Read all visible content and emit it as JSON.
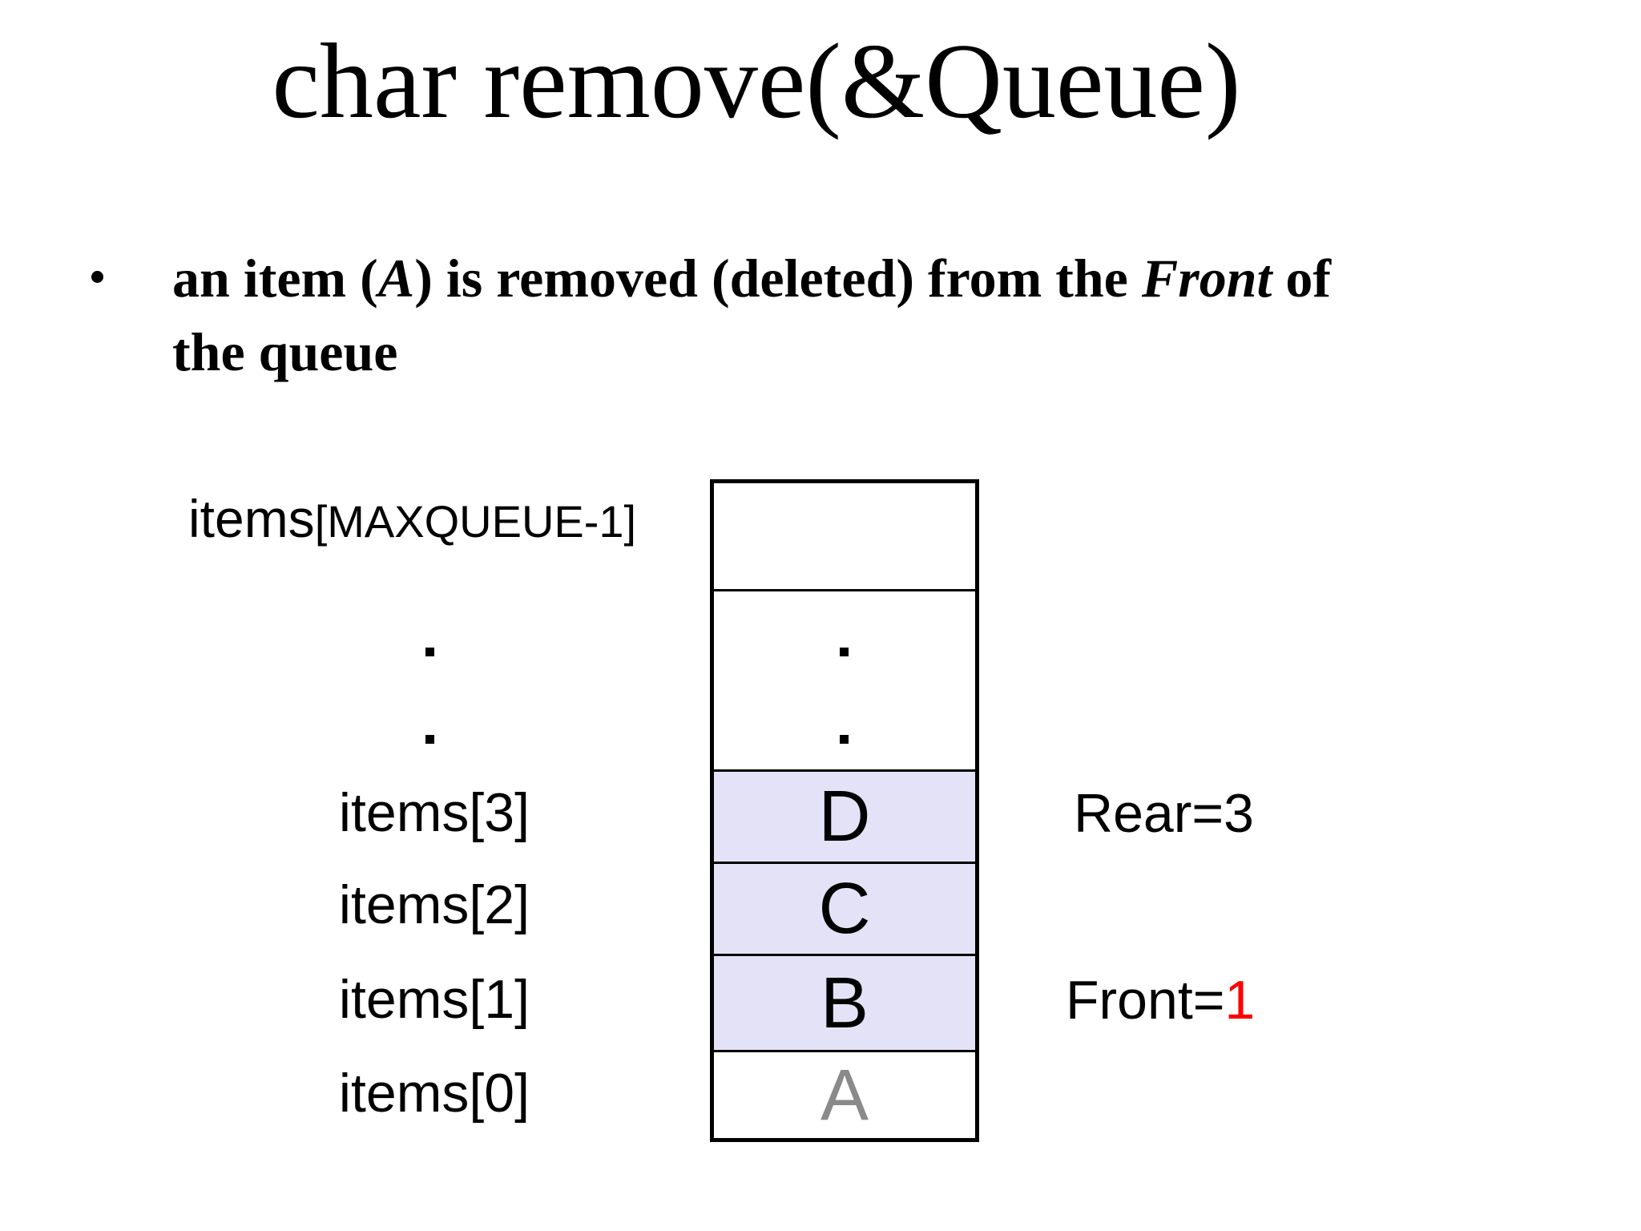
{
  "slide": {
    "title": "char remove(&Queue)",
    "bullet": {
      "line1_pre": "an item (",
      "line1_var": "A",
      "line1_mid": ") is removed (deleted) from the ",
      "line1_front": "Front",
      "line1_post": " of",
      "line2": "the queue"
    },
    "diagram": {
      "array_name": "items",
      "array_max_index": "[MAXQUEUE-1]",
      "row_labels": [
        "items[3]",
        "items[2]",
        "items[1]",
        "items[0]"
      ],
      "cells": [
        {
          "letter": "",
          "state": "empty"
        },
        {
          "letter": "",
          "state": "ellipsis"
        },
        {
          "letter": "D",
          "state": "occupied"
        },
        {
          "letter": "C",
          "state": "occupied"
        },
        {
          "letter": "B",
          "state": "occupied"
        },
        {
          "letter": "A",
          "state": "removed"
        }
      ],
      "rear_label": "Rear=3",
      "front_label": "Front=",
      "front_value": "1",
      "colors": {
        "occupied_fill": "#E4E2F6",
        "removed_letter": "#8A8A8A",
        "front_value_color": "#FF0000",
        "border": "#000000",
        "background": "#FFFFFF"
      }
    }
  }
}
